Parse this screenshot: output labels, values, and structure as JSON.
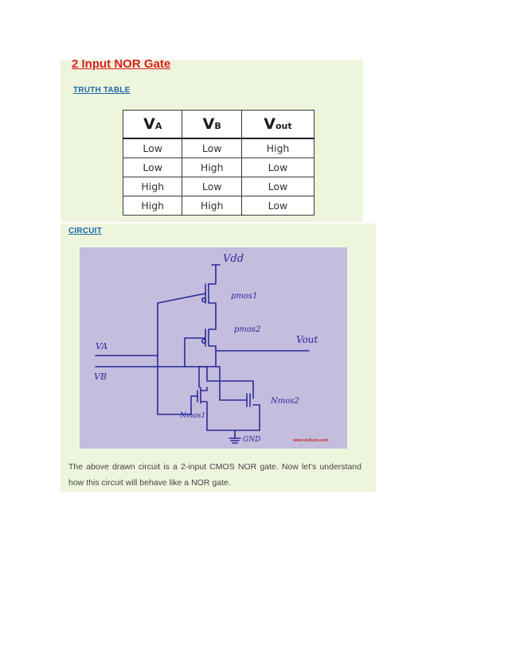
{
  "title": "2 Input NOR Gate",
  "truth_table": {
    "link_label": "TRUTH TABLE",
    "headers": [
      {
        "main": "V",
        "sub": "A"
      },
      {
        "main": "V",
        "sub": "B"
      },
      {
        "main": "V",
        "sub": "out"
      }
    ],
    "rows": [
      [
        "Low",
        "Low",
        "High"
      ],
      [
        "Low",
        "High",
        "Low"
      ],
      [
        "High",
        "Low",
        "Low"
      ],
      [
        "High",
        "High",
        "Low"
      ]
    ]
  },
  "circuit": {
    "link_label": "CIRCUIT",
    "labels": {
      "vdd": "Vdd",
      "pmos1": "pmos1",
      "pmos2": "pmos2",
      "vout": "Vout",
      "va": "VA",
      "vb": "VB",
      "nmos1": "Nmos1",
      "nmos2": "Nmos2",
      "gnd": "GND",
      "watermark": "www.vlsifacts.com"
    },
    "colors": {
      "ink": "#2a2a9a",
      "paper": "#c8c3e0"
    }
  },
  "description": "The above drawn circuit is a 2-input CMOS NOR gate. Now let's understand how this circuit will behave like a NOR gate."
}
